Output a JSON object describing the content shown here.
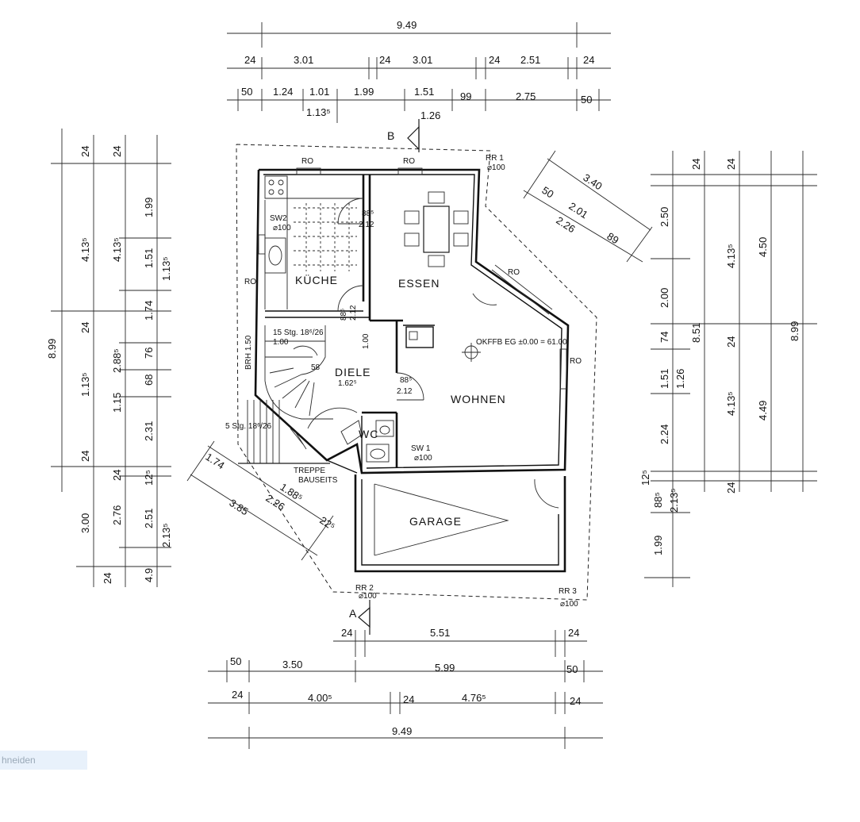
{
  "top_dims": {
    "overall": "9.49",
    "row1": [
      "24",
      "3.01",
      "24",
      "3.01",
      "24",
      "2.51",
      "24"
    ],
    "row2": [
      "50",
      "1.24",
      "1.01",
      "1.99",
      "1.51",
      "99",
      "2.75",
      "50"
    ],
    "sub": "1.13⁵",
    "sub2": "1.26"
  },
  "bottom_dims": {
    "row1": [
      "24",
      "5.51",
      "24"
    ],
    "row2": [
      "50",
      "3.50",
      "5.99",
      "50"
    ],
    "row3": [
      "24",
      "4.00⁵",
      "24",
      "4.76⁵",
      "24"
    ],
    "overall": "9.49"
  },
  "left_dims": {
    "overall": "8.99",
    "col1": [
      "24",
      "4.13⁵",
      "24",
      "1.13⁵",
      "24",
      "3.00",
      "24"
    ],
    "col2": [
      "24",
      "4.13⁵",
      "2.88⁵",
      "1.15",
      "2.76",
      "24"
    ],
    "col3": [
      "1.99",
      "1.51",
      "1.74",
      "76",
      "68",
      "2.31",
      "12⁵",
      "2.51",
      "4.9"
    ],
    "col4": [
      "1.13⁵",
      "2.13⁵"
    ]
  },
  "right_dims": {
    "overall": "8.99",
    "col1": [
      "2.50",
      "2.00",
      "74",
      "1.51",
      "1.26",
      "2.24",
      "1.99"
    ],
    "col2": [
      "8.51",
      "12⁵",
      "88⁵",
      "2.13⁵"
    ],
    "col3": [
      "24",
      "4.13⁵",
      "24",
      "4.13⁵",
      "24"
    ],
    "col4": [
      "24",
      "4.50",
      "4.49"
    ]
  },
  "diag_right": [
    "3.40",
    "50",
    "2.01",
    "2.26",
    "89"
  ],
  "diag_left": [
    "1.74",
    "1.88⁵",
    "2.26",
    "3.85",
    "22⁵"
  ],
  "rooms": {
    "kueche": "KÜCHE",
    "essen": "ESSEN",
    "wohnen": "WOHNEN",
    "diele": "DIELE",
    "wc": "WC",
    "garage": "GARAGE"
  },
  "labels": {
    "section_b": "B",
    "section_a": "A",
    "ro": "RO",
    "rr1": "RR 1",
    "rr1_size": "⌀100",
    "rr2": "RR 2",
    "rr2_size": "⌀100",
    "rr3": "RR 3",
    "rr3_size": "⌀100",
    "sw1": "SW 1",
    "sw1_size": "⌀100",
    "sw2": "SW2",
    "sw2_size": "⌀100",
    "level": "OKFFB EG ±0.00 = 61.00",
    "stair_main": "15 Stg. 18⁶/26",
    "stair_outer": "5 Stg. 18⁶/26",
    "brh": "BRH 1.50",
    "treppe": "TREPPE",
    "bauseits": "BAUSEITS",
    "door_kueche": "88⁵",
    "door_kueche_h": "2.12",
    "door_diele": "88⁵",
    "door_diele_h": "2.12",
    "door_wohnen": "88⁵",
    "door_wohnen_h": "2.12",
    "stair_w1": "1.00",
    "stair_w2": "1.00",
    "stair_w3": "3.85",
    "stair_len": "1.62⁵",
    "stair_d": "58"
  },
  "toolbar": {
    "crop_label": "hneiden"
  }
}
